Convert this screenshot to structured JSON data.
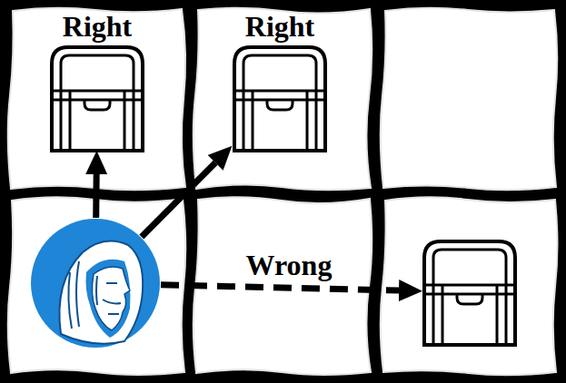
{
  "diagram": {
    "nodes": [
      {
        "text": [
          "Right"
        ]
      },
      {
        "text": [
          "Right"
        ]
      },
      {
        "text": []
      },
      {
        "text": []
      }
    ],
    "edges": [
      {
        "from": 2,
        "to": 0,
        "arrow": "to"
      },
      {
        "from": 2,
        "to": 1,
        "arrow": "to"
      },
      {
        "from": 2,
        "to": 3,
        "arrow": "to",
        "label": "Wrong"
      }
    ]
  }
}
